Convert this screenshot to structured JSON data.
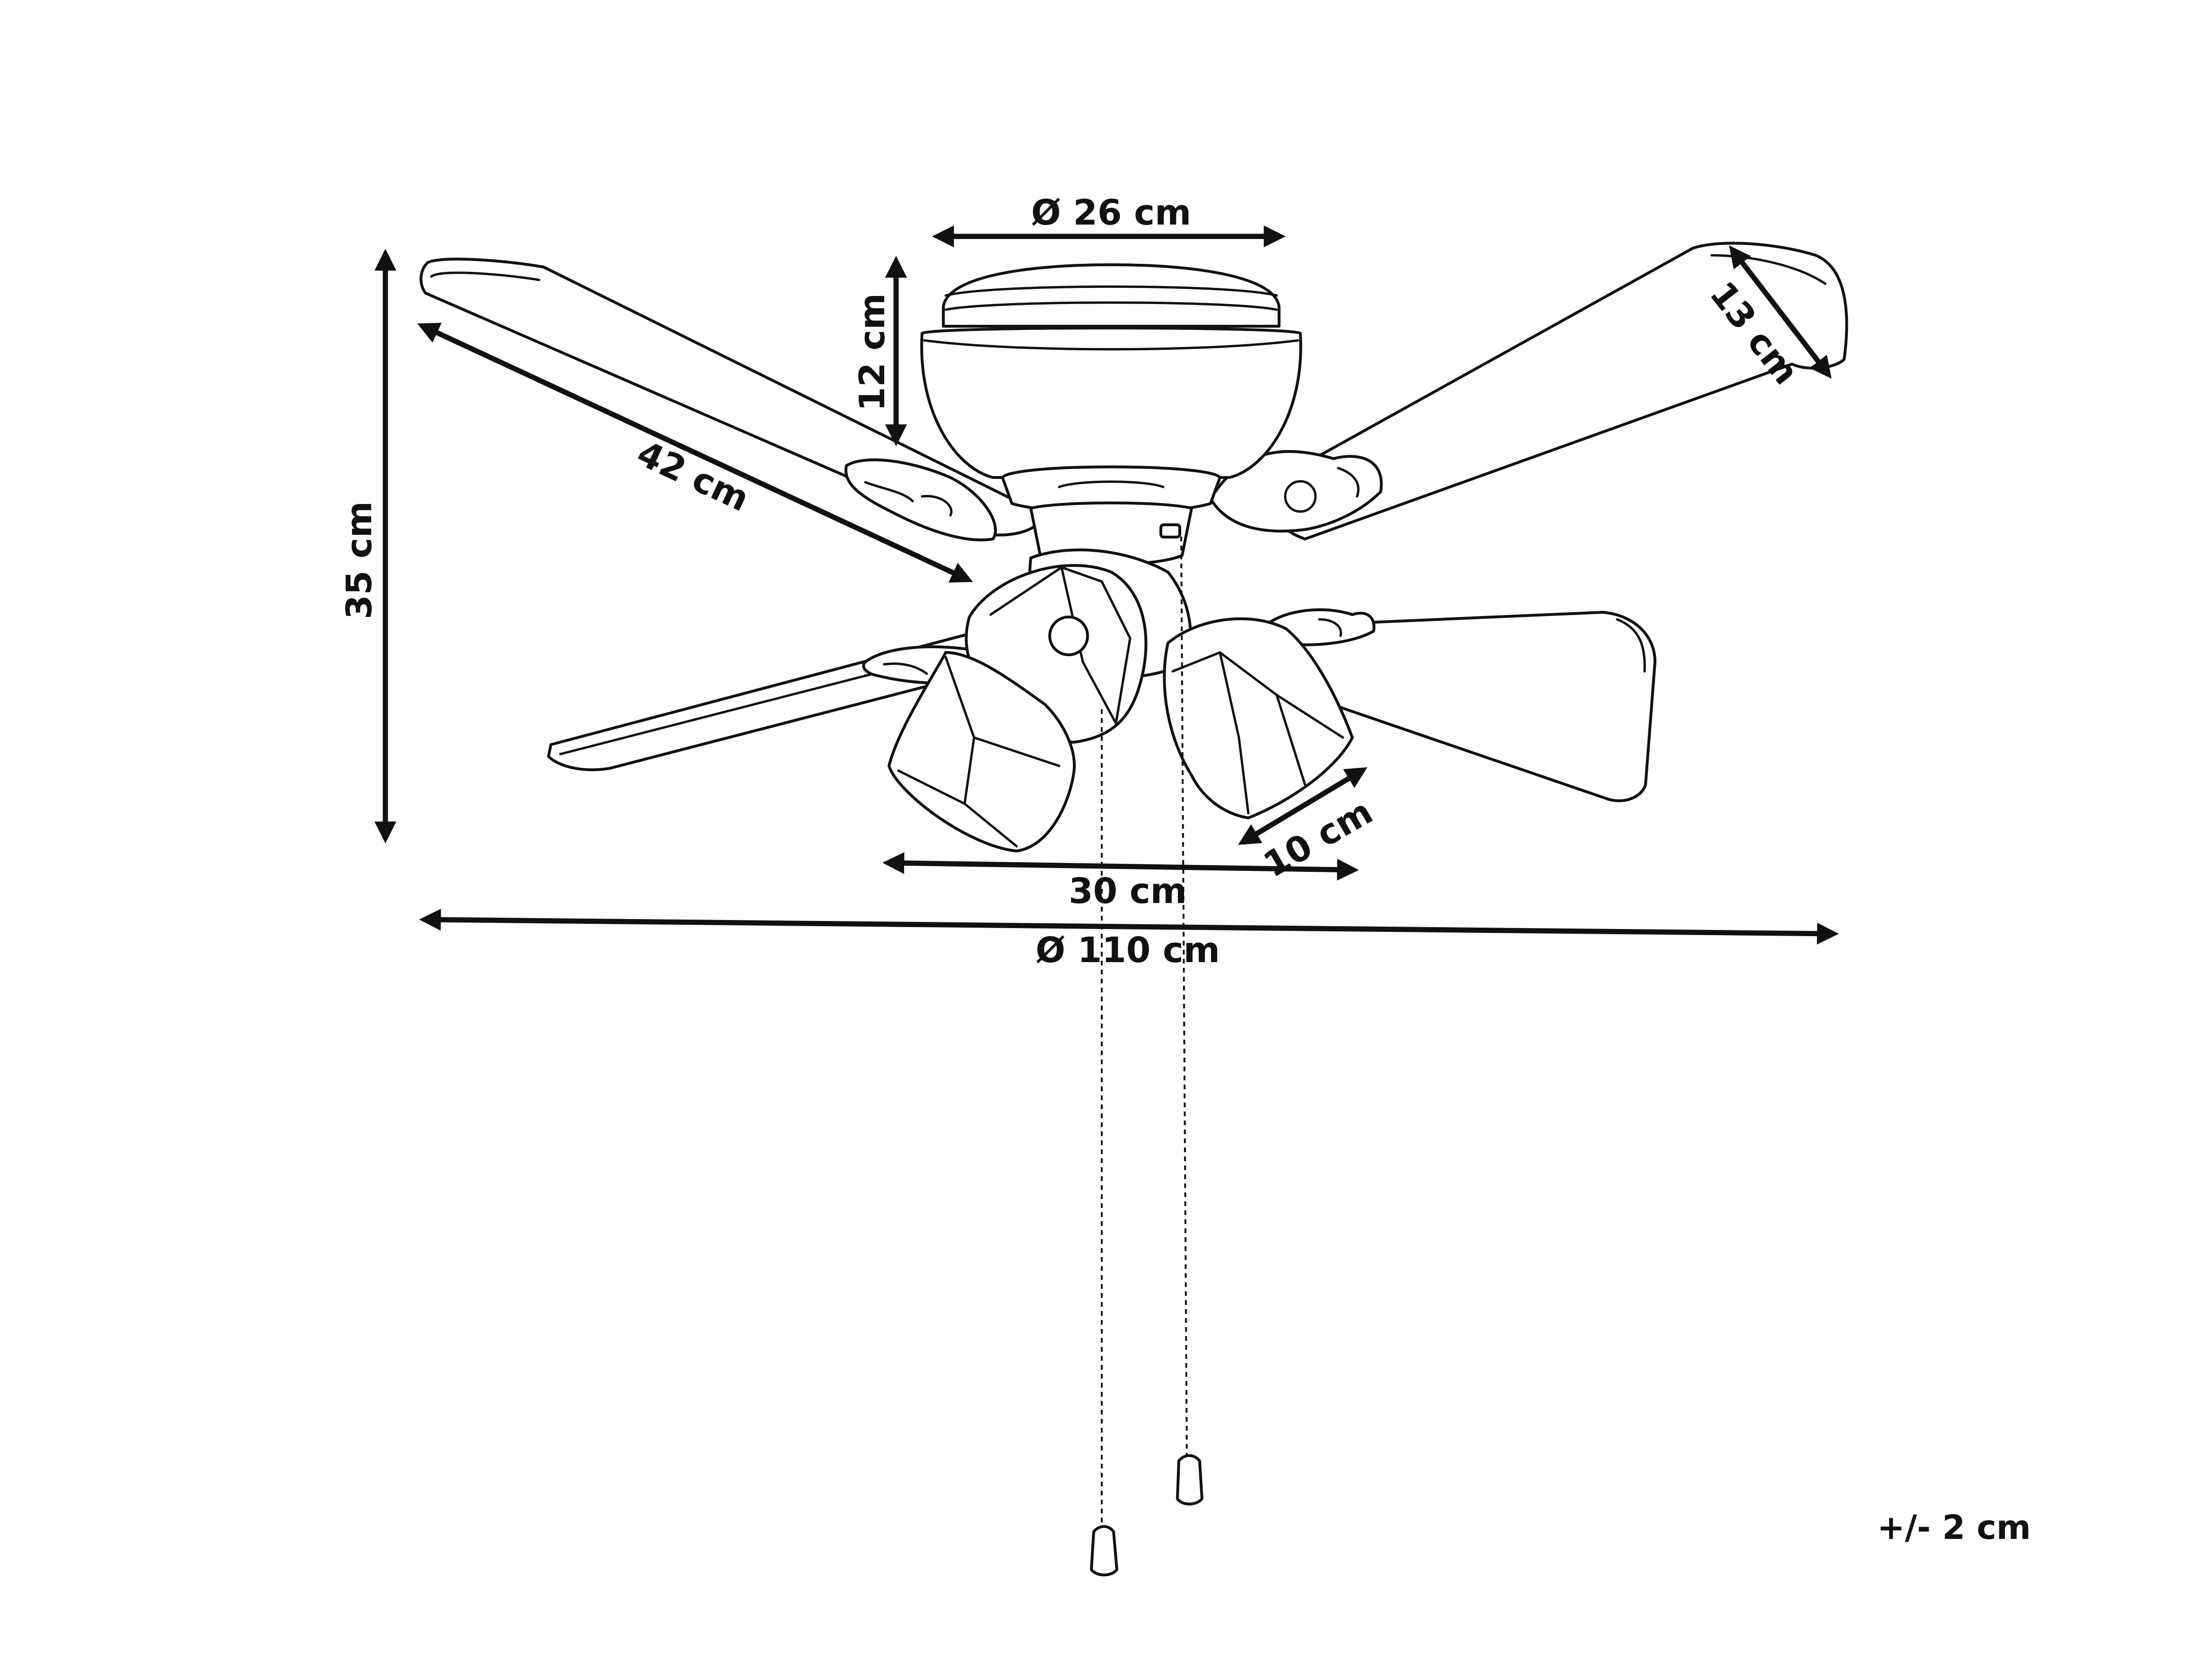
{
  "figure": "ceiling fan with lights – dimension drawing",
  "dimensions": {
    "base_diameter": "Ø 26 cm",
    "base_height": "12 cm",
    "blade_length": "42 cm",
    "blade_width": "13 cm",
    "total_height": "35 cm",
    "shade_width": "10 cm",
    "lights_span": "30 cm",
    "fan_diameter": "Ø 110 cm"
  },
  "tolerance": "+/- 2 cm",
  "colors": {
    "line": "#111111",
    "background": "#ffffff"
  },
  "icons": [
    "fan-drawing",
    "lamp-shade",
    "pull-chain",
    "dimension-arrow"
  ]
}
